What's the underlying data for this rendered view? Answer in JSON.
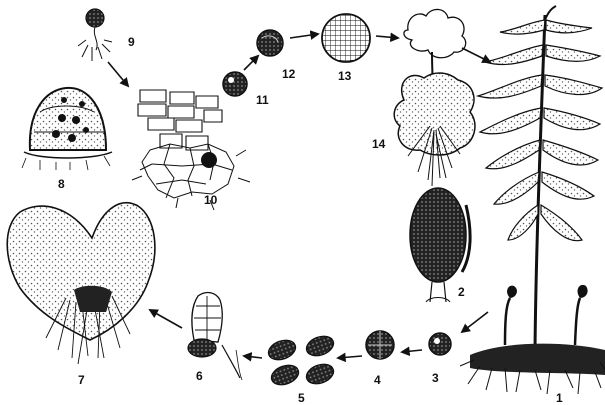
{
  "figure": {
    "stage_labels": [
      "1",
      "2",
      "3",
      "4",
      "5",
      "6",
      "7",
      "8",
      "9",
      "10",
      "11",
      "12",
      "13",
      "14"
    ]
  },
  "colors": {
    "ink": "#111111",
    "paper": "#ffffff",
    "stipple": "#555555"
  }
}
